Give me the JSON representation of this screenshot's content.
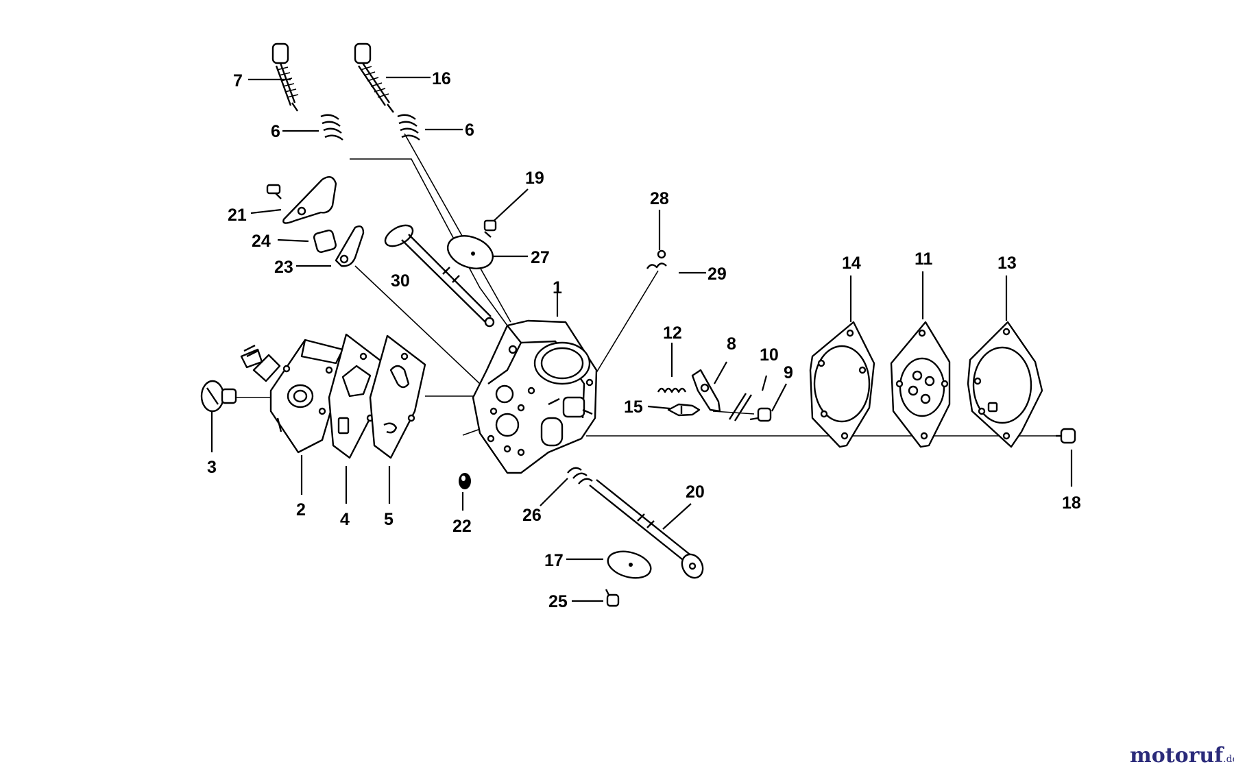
{
  "watermark": {
    "brand": "motoruf",
    "tld": ".de"
  },
  "callouts": [
    {
      "id": "c7",
      "text": "7"
    },
    {
      "id": "c16",
      "text": "16"
    },
    {
      "id": "c6a",
      "text": "6"
    },
    {
      "id": "c6b",
      "text": "6"
    },
    {
      "id": "c19",
      "text": "19"
    },
    {
      "id": "c21",
      "text": "21"
    },
    {
      "id": "c24",
      "text": "24"
    },
    {
      "id": "c23",
      "text": "23"
    },
    {
      "id": "c27",
      "text": "27"
    },
    {
      "id": "c30",
      "text": "30"
    },
    {
      "id": "c28",
      "text": "28"
    },
    {
      "id": "c29",
      "text": "29"
    },
    {
      "id": "c1",
      "text": "1"
    },
    {
      "id": "c14",
      "text": "14"
    },
    {
      "id": "c11",
      "text": "11"
    },
    {
      "id": "c13",
      "text": "13"
    },
    {
      "id": "c12",
      "text": "12"
    },
    {
      "id": "c8",
      "text": "8"
    },
    {
      "id": "c10",
      "text": "10"
    },
    {
      "id": "c9",
      "text": "9"
    },
    {
      "id": "c15",
      "text": "15"
    },
    {
      "id": "c3",
      "text": "3"
    },
    {
      "id": "c2",
      "text": "2"
    },
    {
      "id": "c4",
      "text": "4"
    },
    {
      "id": "c5",
      "text": "5"
    },
    {
      "id": "c22",
      "text": "22"
    },
    {
      "id": "c26",
      "text": "26"
    },
    {
      "id": "c20",
      "text": "20"
    },
    {
      "id": "c17",
      "text": "17"
    },
    {
      "id": "c25",
      "text": "25"
    },
    {
      "id": "c18",
      "text": "18"
    }
  ]
}
